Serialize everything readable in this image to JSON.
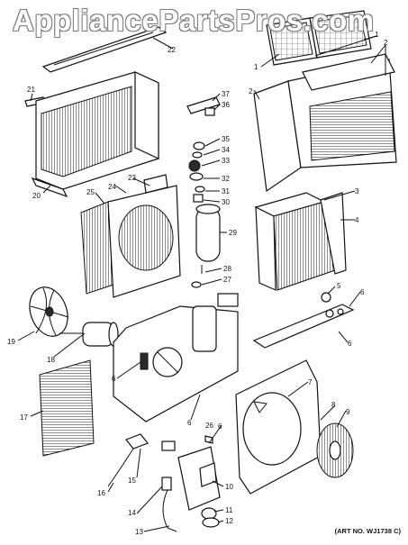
{
  "watermark": "AppliancePartsPros.com",
  "caption": "(ART NO. WJ1738 C)",
  "callouts": [
    "1",
    "1",
    "2",
    "2",
    "3",
    "4",
    "5",
    "6",
    "6",
    "6",
    "6",
    "6",
    "7",
    "8",
    "9",
    "10",
    "11",
    "12",
    "13",
    "14",
    "15",
    "16",
    "17",
    "18",
    "19",
    "20",
    "21",
    "22",
    "23",
    "24",
    "25",
    "26",
    "27",
    "28",
    "29",
    "30",
    "31",
    "32",
    "33",
    "34",
    "35",
    "36",
    "37"
  ]
}
